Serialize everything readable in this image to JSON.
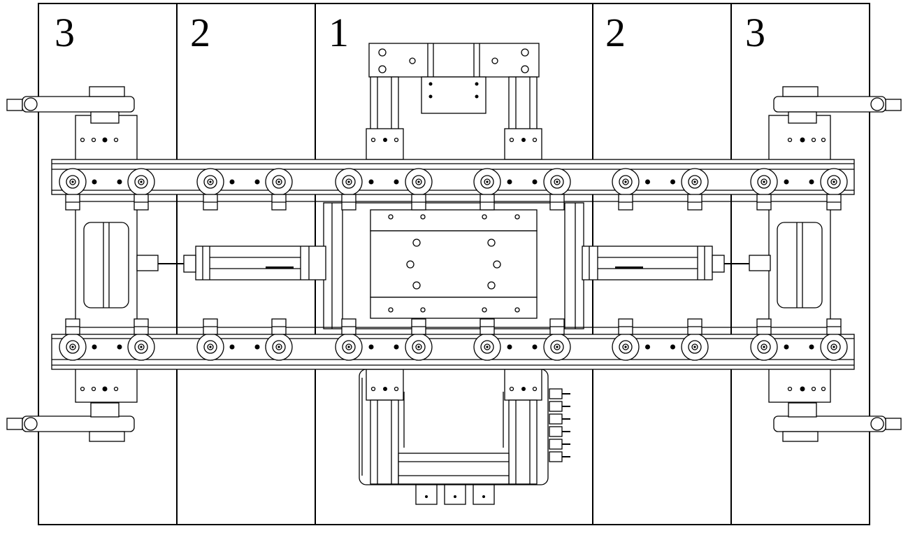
{
  "drawing": {
    "zones": [
      {
        "id": "zone-3-left",
        "label": "3"
      },
      {
        "id": "zone-2-left",
        "label": "2"
      },
      {
        "id": "zone-1-center",
        "label": "1"
      },
      {
        "id": "zone-2-right",
        "label": "2"
      },
      {
        "id": "zone-3-right",
        "label": "3"
      }
    ],
    "line_color": "#000000",
    "background": "#ffffff"
  }
}
